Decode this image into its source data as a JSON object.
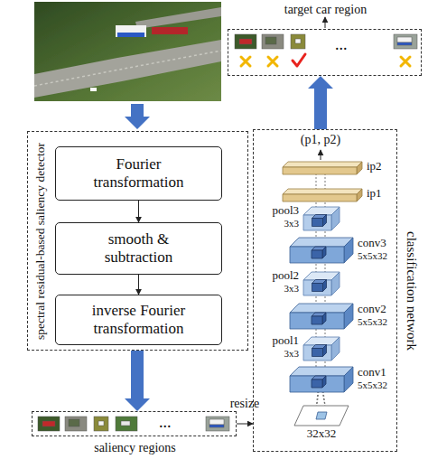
{
  "diagram": {
    "nodes": [
      {
        "text": [
          "target car region",
          "..."
        ]
      },
      {
        "text": [
          "spectral residual-based saliency detector"
        ]
      },
      {
        "text": [
          "Fourier transformation"
        ],
        "in": 1
      },
      {
        "text": [
          "smooth & subtraction"
        ],
        "in": 1
      },
      {
        "text": [
          "inverse Fourier transformation"
        ],
        "in": 1
      },
      {
        "text": [
          "saliency regions",
          "..."
        ]
      },
      {
        "text": [
          "classification network"
        ]
      },
      {
        "text": [
          "ip2"
        ],
        "in": 6
      },
      {
        "text": [
          "ip1"
        ],
        "in": 6
      },
      {
        "text": [
          "pool3",
          "3x3"
        ],
        "in": 6
      },
      {
        "text": [
          "conv3",
          "5x5x32"
        ],
        "in": 6
      },
      {
        "text": [
          "pool2",
          "3x3"
        ],
        "in": 6
      },
      {
        "text": [
          "conv2",
          "5x5x32"
        ],
        "in": 6
      },
      {
        "text": [
          "pool1",
          "3x3"
        ],
        "in": 6
      },
      {
        "text": [
          "conv1",
          "5x5x32"
        ],
        "in": 6
      },
      {
        "text": [
          "32x32"
        ],
        "in": 6
      }
    ],
    "edges": [
      {
        "from": 2,
        "to": 3,
        "arrow": "to"
      },
      {
        "from": 3,
        "to": 4,
        "arrow": "to"
      },
      {
        "from": 1,
        "to": 5,
        "arrow": "to"
      },
      {
        "from": 5,
        "to": 6,
        "label": "resize",
        "arrow": "to"
      },
      {
        "from": 6,
        "to": 0,
        "arrow": "to"
      }
    ],
    "labels": [
      "(p1, p2)"
    ]
  }
}
